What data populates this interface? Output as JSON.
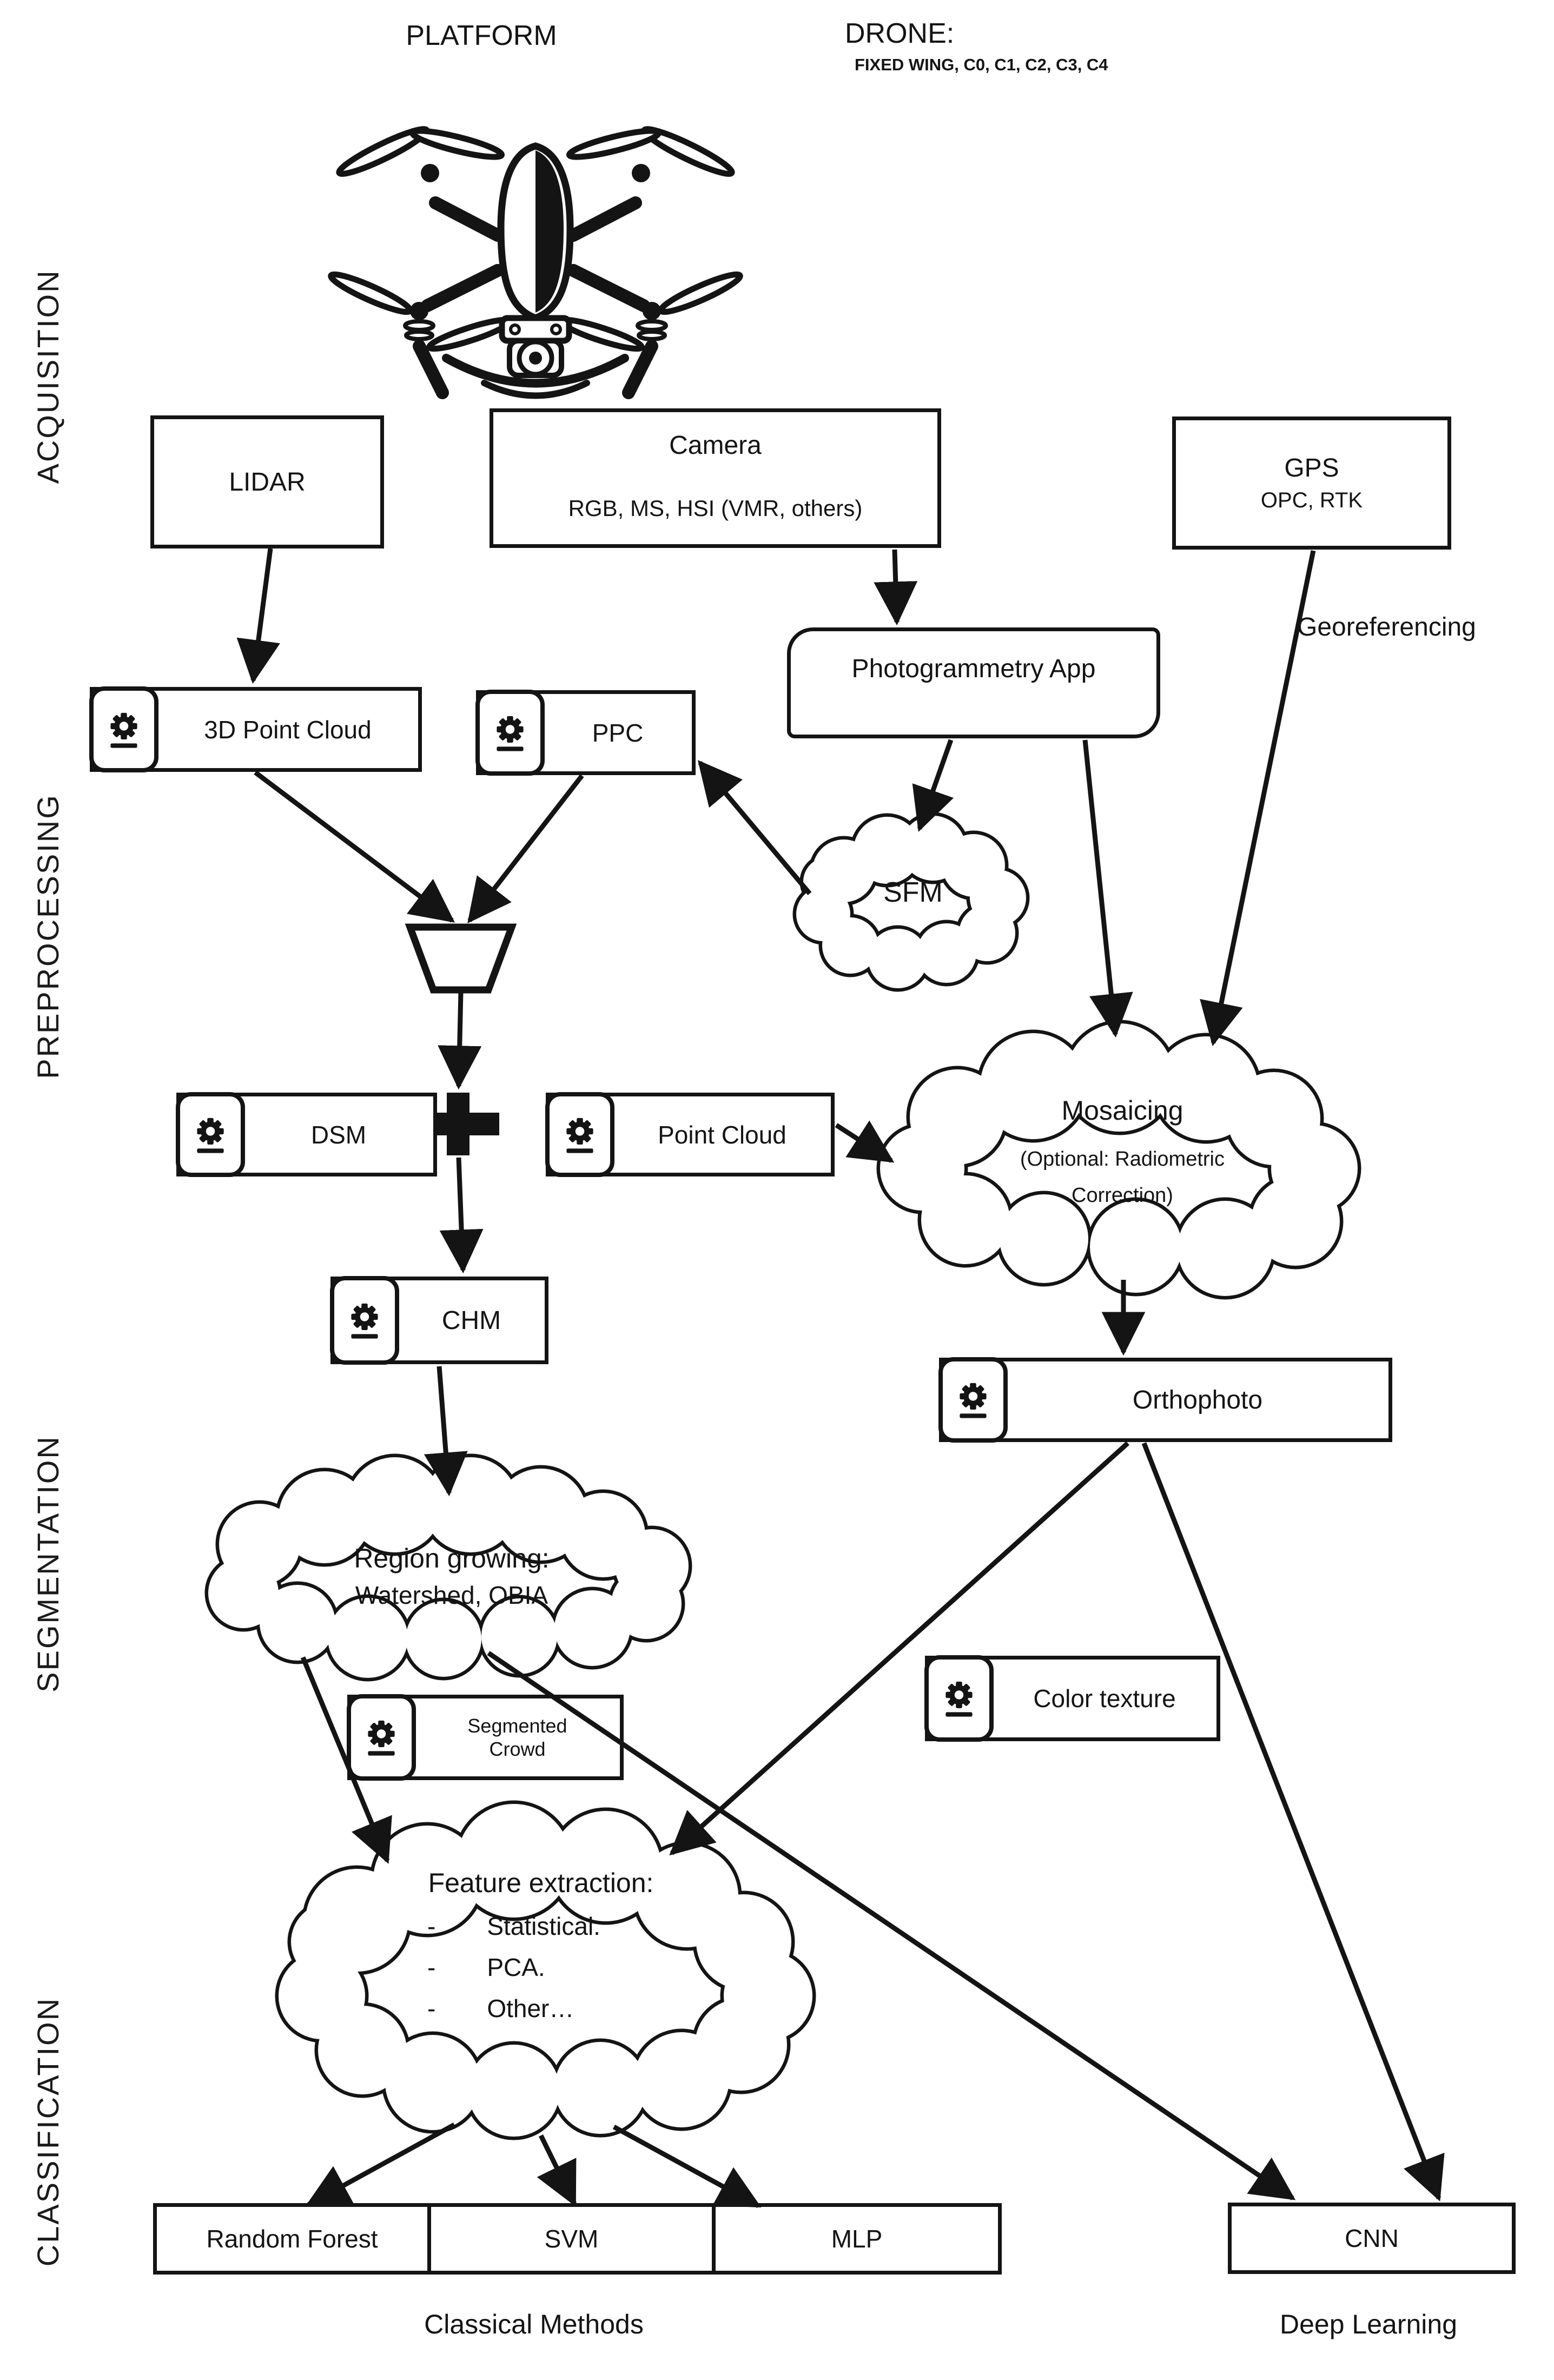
{
  "page": {
    "background": "#ffffff",
    "ink": "#141414"
  },
  "stages": {
    "acquisition": "ACQUISITION",
    "preprocessing": "PREPROCESSING",
    "segmentation": "SEGMENTATION",
    "classification": "CLASSIFICATION"
  },
  "header": {
    "platform_label": "PLATFORM",
    "drone_label": "DRONE:",
    "drone_sublabel": "FIXED WING, C0, C1, C2, C3, C4"
  },
  "nodes": {
    "lidar": "LIDAR",
    "camera_title": "Camera",
    "camera_subtitle": "RGB, MS, HSI (VMR, others)",
    "gps_title": "GPS",
    "gps_subtitle": "OPC, RTK",
    "georeferencing": "Georeferencing",
    "photogrammetry_app": "Photogrammetry App",
    "point_cloud_3d": "3D Point Cloud",
    "ppc": "PPC",
    "sfm": "SFM",
    "dsm": "DSM",
    "point_cloud": "Point Cloud",
    "mosaicing_title": "Mosaicing",
    "mosaicing_note1": "(Optional: Radiometric",
    "mosaicing_note2": "Correction)",
    "chm": "CHM",
    "orthophoto": "Orthophoto",
    "region_growing_title": "Region growing:",
    "region_growing_subtitle": "Watershed, OBIA",
    "segmented_crowd_line1": "Segmented",
    "segmented_crowd_line2": "Crowd",
    "color_texture": "Color texture",
    "feature_extraction_title": "Feature extraction:",
    "feature_items": [
      "Statistical.",
      "PCA.",
      "Other…"
    ],
    "random_forest": "Random Forest",
    "svm": "SVM",
    "mlp": "MLP",
    "cnn": "CNN"
  },
  "footer": {
    "classical": "Classical Methods",
    "deep": "Deep Learning"
  },
  "icons": {
    "gear": "gear-icon",
    "funnel": "funnel-icon",
    "merge": "plus-merge-icon",
    "drone": "quadcopter-drone-icon",
    "cloud": "cloud-process-shape"
  }
}
